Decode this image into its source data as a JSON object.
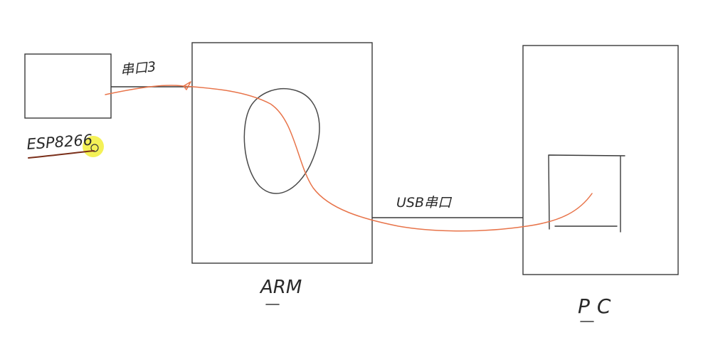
{
  "diagram": {
    "nodes": {
      "esp": {
        "label": "ESP8266"
      },
      "arm": {
        "label": "ARM"
      },
      "pc": {
        "label": "PC"
      }
    },
    "links": {
      "esp_arm": {
        "label": "串口3"
      },
      "arm_pc": {
        "label": "USB串口"
      }
    },
    "colors": {
      "ink": "#2a2a2a",
      "trace": "#e8744a",
      "highlight": "#f2ee3a"
    }
  }
}
